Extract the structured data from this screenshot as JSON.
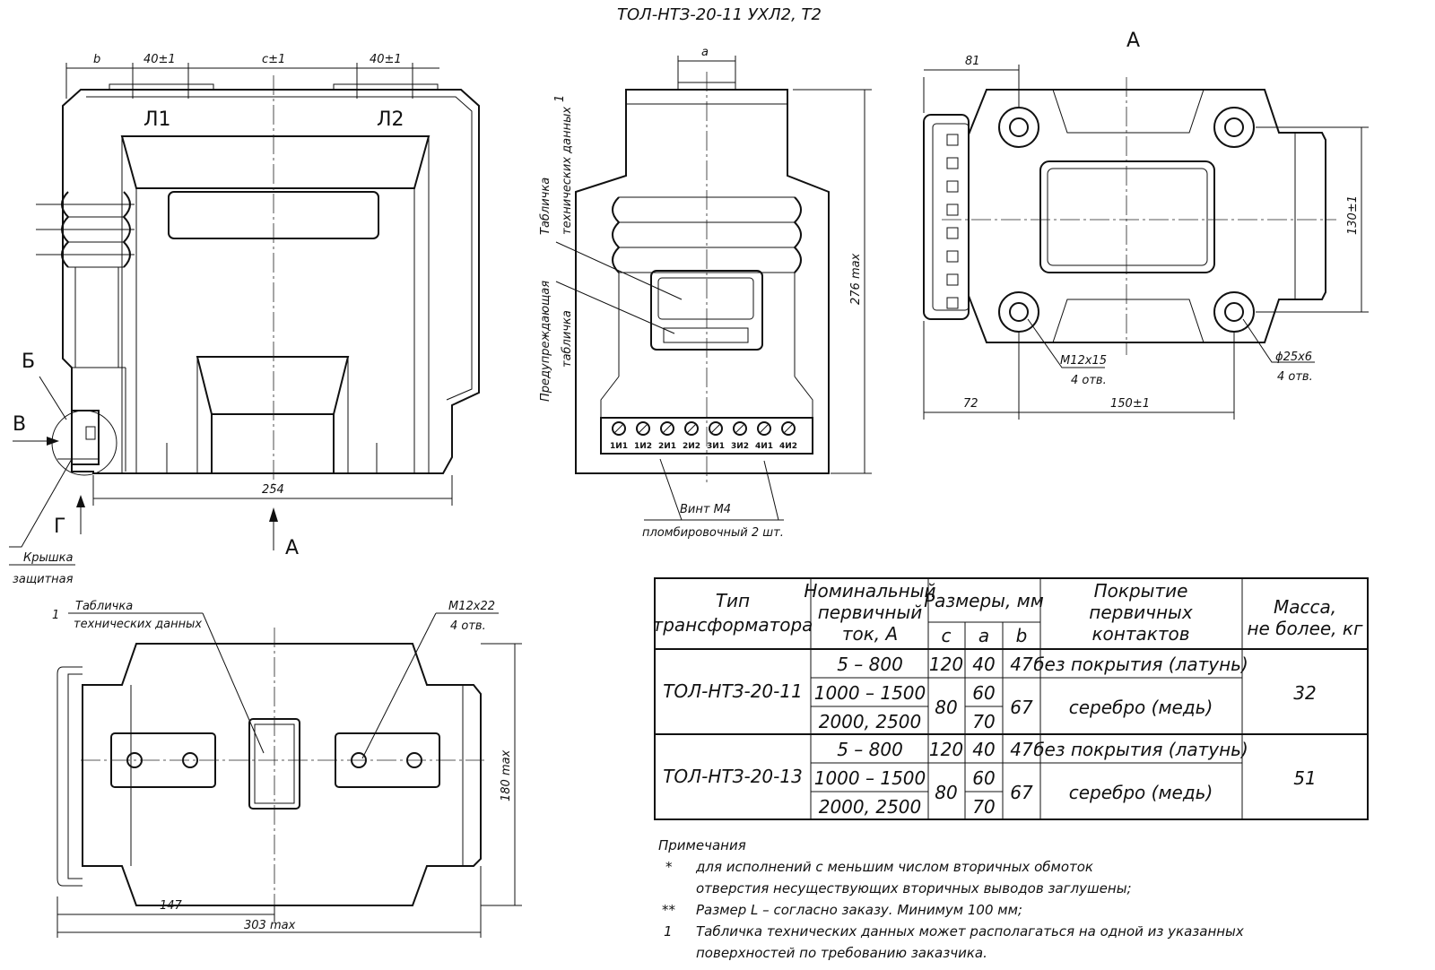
{
  "title": "ТОЛ-НТЗ-20-11 УХЛ2, Т2",
  "dims": {
    "b": "b",
    "d40a": "40±1",
    "c": "c±1",
    "d40b": "40±1",
    "L1": "Л1",
    "L2": "Л2",
    "w254": "254",
    "a": "a",
    "h276": "276 max",
    "d81": "81",
    "d72": "72",
    "d150": "150±1",
    "d130": "130±1",
    "d147": "147",
    "d303": "303 max",
    "h180": "180 max"
  },
  "views": {
    "A1": "А",
    "A2": "А",
    "B": "Б",
    "V": "В",
    "G": "Г"
  },
  "callouts": {
    "cover_1": "Крышка",
    "cover_2": "защитная",
    "plate_num": "1",
    "plate_1": "Табличка",
    "plate_2": "технических данных",
    "warn_1": "Предупреждающая",
    "warn_2": "табличка",
    "screw_1": "Винт М4",
    "screw_2": "пломбировочный 2 шт.",
    "m12x15": "М12х15",
    "holes4a": "4 отв.",
    "phi25": "ϕ25х6",
    "holes4b": "4 отв.",
    "bplate_num": "1",
    "bplate_1": "Табличка",
    "bplate_2": "технических данных",
    "m12x22": "М12х22",
    "holes4c": "4 отв."
  },
  "terminals": [
    "1И1",
    "1И2",
    "2И1",
    "2И2",
    "3И1",
    "3И2",
    "4И1",
    "4И2"
  ],
  "table": {
    "h_type": "Тип трансформатора",
    "h_type_1": "Тип",
    "h_type_2": "трансформатора",
    "h_cur_1": "Номинальный",
    "h_cur_2": "первичный",
    "h_cur_3": "ток, А",
    "h_size": "Размеры, мм",
    "h_c": "c",
    "h_a": "a",
    "h_b": "b",
    "h_cov_1": "Покрытие",
    "h_cov_2": "первичных",
    "h_cov_3": "контактов",
    "h_mass_1": "Масса,",
    "h_mass_2": "не более, кг",
    "groups": [
      {
        "type": "ТОЛ-НТЗ-20-11",
        "mass": "32",
        "rows": [
          {
            "current": "5 – 800",
            "c": "120",
            "a": "40",
            "b": "47",
            "coating": "без покрытия (латунь)"
          },
          {
            "current": "1000 – 1500",
            "c": "80",
            "a": "60",
            "b": "67",
            "coating": "серебро (медь)"
          },
          {
            "current": "2000, 2500",
            "a": "70"
          }
        ]
      },
      {
        "type": "ТОЛ-НТЗ-20-13",
        "mass": "51",
        "rows": [
          {
            "current": "5 – 800",
            "c": "120",
            "a": "40",
            "b": "47",
            "coating": "без покрытия (латунь)"
          },
          {
            "current": "1000 – 1500",
            "c": "80",
            "a": "60",
            "b": "67",
            "coating": "серебро (медь)"
          },
          {
            "current": "2000, 2500",
            "a": "70"
          }
        ]
      }
    ]
  },
  "notes": {
    "heading": "Примечания",
    "star1": "*",
    "n1a": "для исполнений с меньшим числом вторичных обмоток",
    "n1b": "отверстия несуществующих вторичных выводов заглушены;",
    "star2": "**",
    "n2": "Размер L – согласно заказу. Минимум 100 мм;",
    "num3": "1",
    "n3a": "Табличка технических данных может располагаться на одной из указанных",
    "n3b": "поверхностей по требованию заказчика."
  }
}
